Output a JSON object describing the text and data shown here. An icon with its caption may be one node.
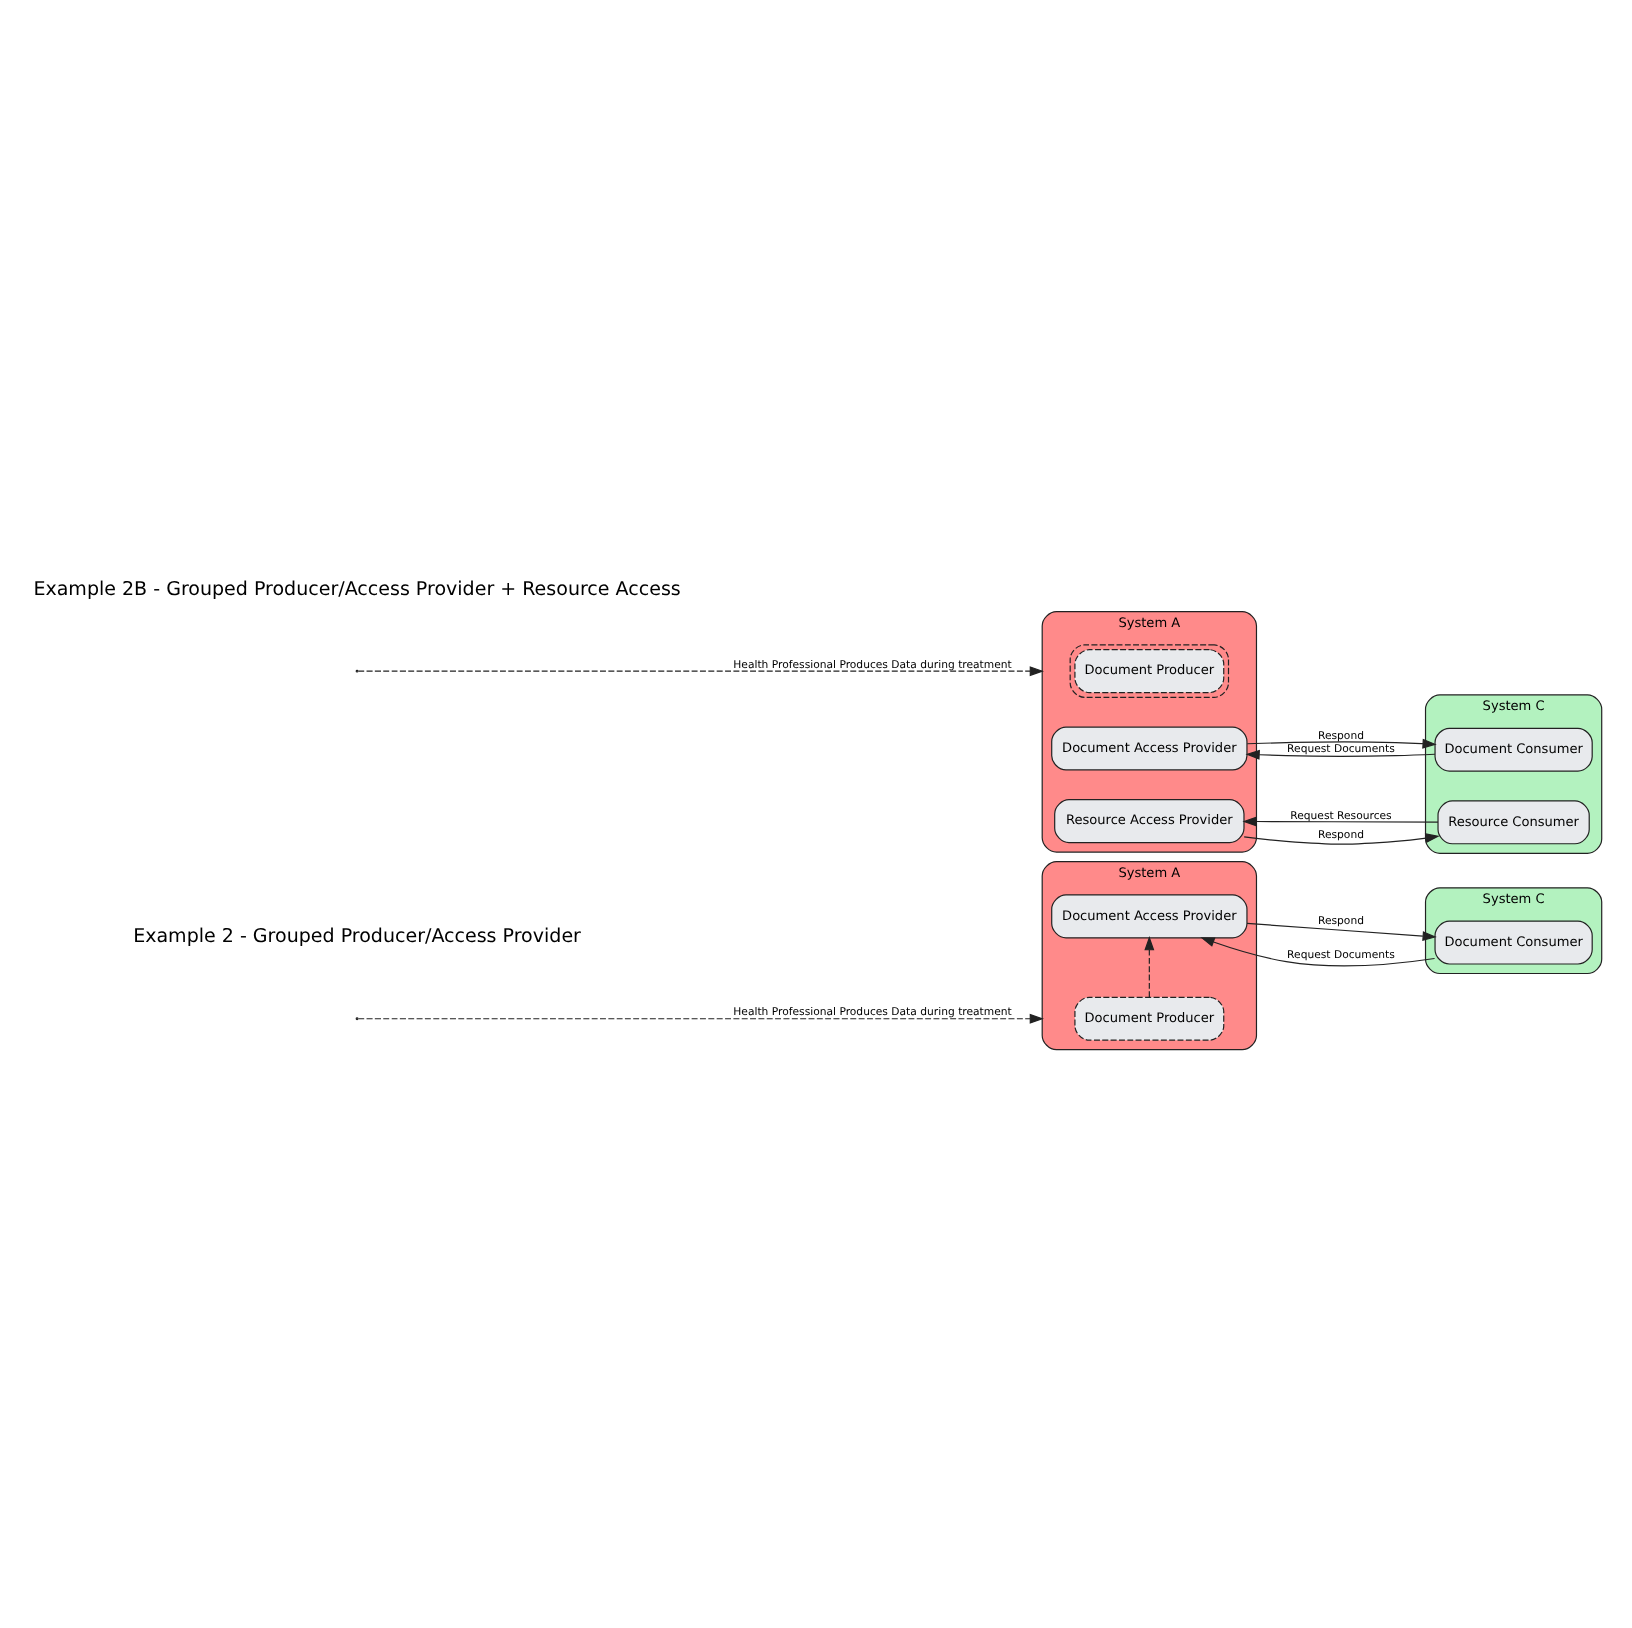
{
  "diagram": {
    "nodes": [
      {
        "text": [
          "System A"
        ]
      },
      {
        "text": [
          "Document Producer"
        ],
        "in": 0
      },
      {
        "text": [
          "Document Access Provider"
        ],
        "in": 0
      },
      {
        "text": [
          "System C"
        ]
      },
      {
        "text": [
          "Document Consumer"
        ],
        "in": 3
      },
      {
        "text": [
          "System A"
        ]
      },
      {
        "text": [
          "Document Producer"
        ],
        "in": 5
      },
      {
        "text": [
          "Document Access Provider"
        ],
        "in": 5
      },
      {
        "text": [
          "Resource Access Provider"
        ],
        "in": 5
      },
      {
        "text": [
          "System C"
        ]
      },
      {
        "text": [
          "Document Consumer"
        ],
        "in": 9
      },
      {
        "text": [
          "Resource Consumer"
        ],
        "in": 9
      }
    ],
    "edges": [
      {
        "from": null,
        "to": 0,
        "arrow": "to",
        "style": "dashed",
        "label": "Health Professional Produces Data during treatment"
      },
      {
        "from": 1,
        "to": 2,
        "arrow": "to",
        "style": "dashed"
      },
      {
        "from": 4,
        "to": 2,
        "arrow": "to",
        "label": "Request Documents"
      },
      {
        "from": 2,
        "to": 4,
        "arrow": "to",
        "label": "Respond"
      },
      {
        "from": null,
        "to": 5,
        "arrow": "to",
        "style": "dashed",
        "label": "Health Professional Produces Data during treatment"
      },
      {
        "from": 10,
        "to": 7,
        "arrow": "to",
        "label": "Request Documents"
      },
      {
        "from": 7,
        "to": 10,
        "arrow": "to",
        "label": "Respond"
      },
      {
        "from": 11,
        "to": 8,
        "arrow": "to",
        "label": "Request Resources"
      },
      {
        "from": 8,
        "to": 11,
        "arrow": "to",
        "label": "Respond"
      }
    ],
    "labels": [
      "Example 2 - Grouped Producer/Access Provider",
      "Example 2B - Grouped Producer/Access Provider + Resource Access"
    ]
  }
}
